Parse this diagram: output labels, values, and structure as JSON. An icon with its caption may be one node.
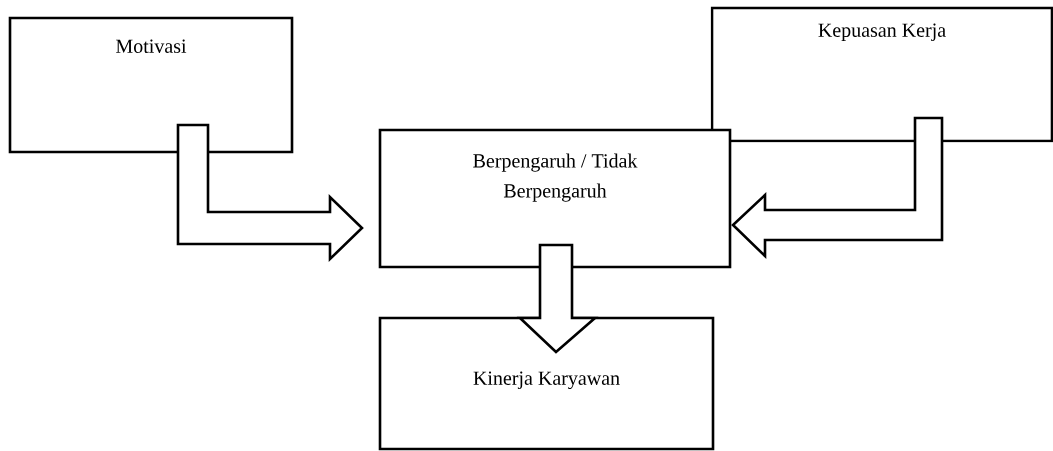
{
  "diagram": {
    "nodes": [
      {
        "text": [
          "Motivasi"
        ]
      },
      {
        "text": [
          "Kepuasan Kerja"
        ]
      },
      {
        "text": [
          "Berpengaruh / Tidak Berpengaruh"
        ]
      },
      {
        "text": [
          "Kinerja Karyawan"
        ]
      }
    ],
    "edges": [
      {
        "from": 0,
        "to": 2,
        "arrow": "to"
      },
      {
        "from": 1,
        "to": 2,
        "arrow": "to"
      },
      {
        "from": 2,
        "to": 3,
        "arrow": "to"
      }
    ]
  }
}
